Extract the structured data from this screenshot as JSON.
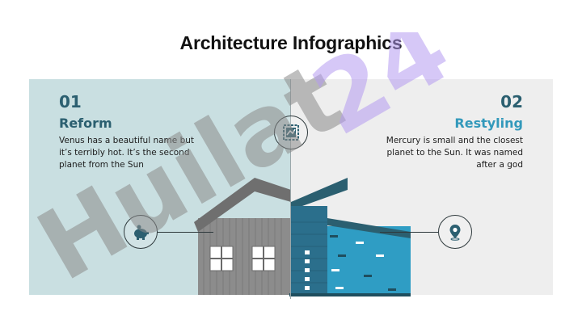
{
  "slide": {
    "title": "Architecture Infographics",
    "left": {
      "number": "01",
      "heading": "Reform",
      "heading_color": "#2b5f70",
      "description": "Venus has a beautiful name but it’s terribly hot. It’s the second planet from the Sun"
    },
    "right": {
      "number": "02",
      "heading": "Restyling",
      "heading_color": "#3399bb",
      "description": "Mercury is small and the closest planet to the Sun. It was named after a god"
    },
    "icons": {
      "left": "piggy-bank-icon",
      "center": "blueprint-icon",
      "right": "location-pin-icon"
    },
    "watermark": "Huilat 24",
    "colors": {
      "left_panel": "#c9dfe1",
      "right_panel": "#eeeeee",
      "accent_dark": "#2b5f70",
      "accent_blue": "#2f9dc4"
    }
  }
}
